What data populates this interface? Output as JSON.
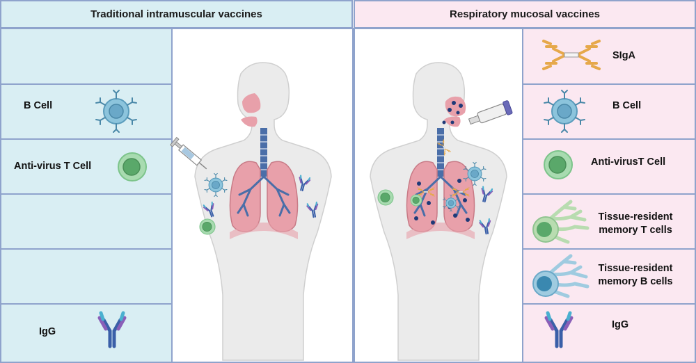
{
  "headers": {
    "left": "Traditional intramuscular vaccines",
    "right": "Respiratory mucosal vaccines"
  },
  "left_labels": {
    "b_cell": "B Cell",
    "t_cell": "Anti-virus T Cell",
    "igg": "IgG"
  },
  "right_labels": {
    "siga": "SIgA",
    "b_cell": "B Cell",
    "t_cell": "Anti-virusT Cell",
    "trm_t_line1": "Tissue-resident",
    "trm_t_line2": "memory T cells",
    "trm_b_line1": "Tissue-resident",
    "trm_b_line2": "memory B cells",
    "igg": "IgG"
  },
  "colors": {
    "left_panel": "#d9eef3",
    "right_panel": "#fbe8f1",
    "border": "#8fa3cc",
    "body_fill": "#ebebeb",
    "lung_fill": "#e8a0aa",
    "airway": "#4a6ea8",
    "b_cell": "#8cc4dc",
    "t_cell": "#7cc48a",
    "trm_t": "#b8dcb0",
    "trm_b": "#9fcbe0",
    "siga": "#e6a84a",
    "igg": "#4a7cc0"
  },
  "icons": [
    "syringe-icon",
    "nasal-spray-icon",
    "b-cell-icon",
    "t-cell-icon",
    "igg-antibody-icon",
    "siga-antibody-icon",
    "tissue-resident-t-cell-icon",
    "tissue-resident-b-cell-icon",
    "human-torso-icon",
    "lungs-icon"
  ]
}
